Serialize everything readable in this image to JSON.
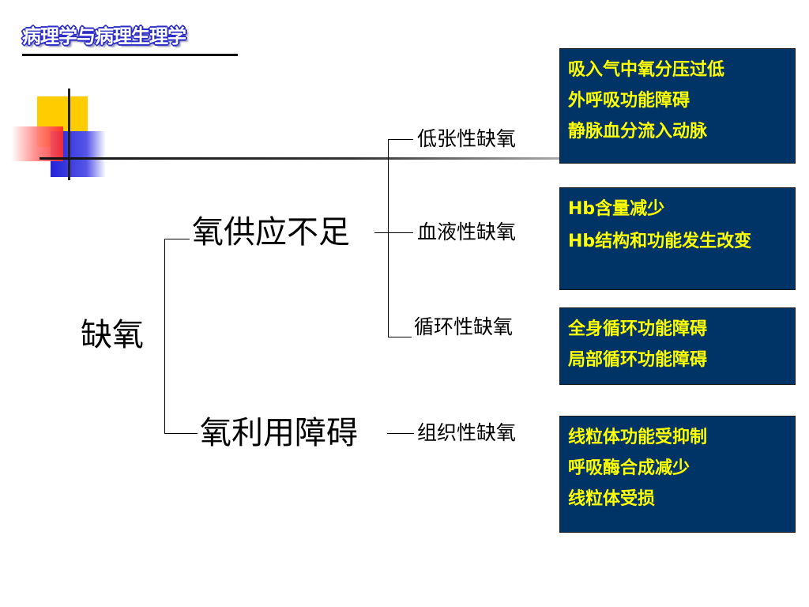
{
  "header": {
    "title": "病理学与病理生理学"
  },
  "diagram": {
    "root": "缺氧",
    "branches": [
      {
        "label": "氧供应不足",
        "children": [
          {
            "label": "低张性缺氧",
            "details": [
              "吸入气中氧分压过低",
              "外呼吸功能障碍",
              "静脉血分流入动脉"
            ]
          },
          {
            "label": "血液性缺氧",
            "details": [
              "Hb含量减少",
              "Hb结构和功能发生改变"
            ]
          },
          {
            "label": "循环性缺氧",
            "details": [
              "全身循环功能障碍",
              "局部循环功能障碍"
            ]
          }
        ]
      },
      {
        "label": "氧利用障碍",
        "children": [
          {
            "label": "组织性缺氧",
            "details": [
              "线粒体功能受抑制",
              "呼吸酶合成减少",
              "线粒体受损"
            ]
          }
        ]
      }
    ]
  },
  "colors": {
    "box_bg": "#003366",
    "box_text": "#ffff00",
    "title_fill": "#ffffff",
    "title_outline": "#2b2bc8"
  }
}
